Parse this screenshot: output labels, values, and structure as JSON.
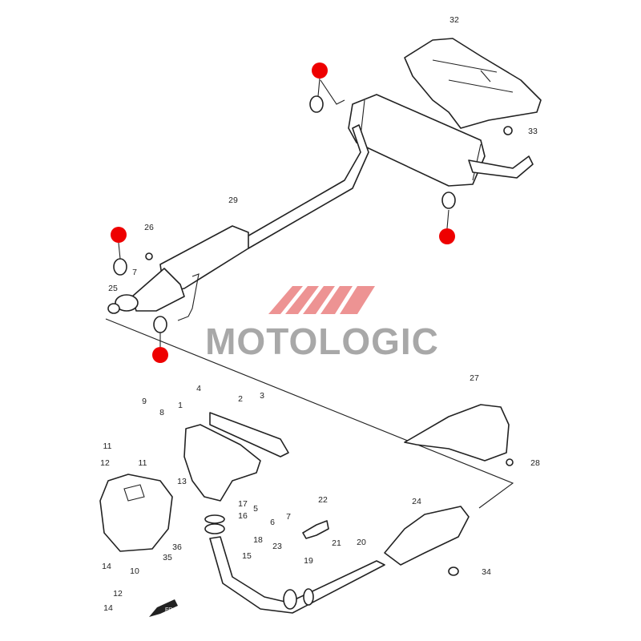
{
  "watermark": {
    "text": "MOTOLOGIC",
    "stripe_color": "#e87070",
    "text_color": "#a8a8a8"
  },
  "marker_color": "#ee0000",
  "callouts": {
    "c32": "32",
    "c33": "33",
    "c29": "29",
    "c26": "26",
    "c7a": "7",
    "c25": "25",
    "c27": "27",
    "c28": "28",
    "c24": "24",
    "c34": "34",
    "c9": "9",
    "c8": "8",
    "c1": "1",
    "c4": "4",
    "c2": "2",
    "c3": "3",
    "c11a": "11",
    "c12a": "12",
    "c11b": "11",
    "c13": "13",
    "c17": "17",
    "c16": "16",
    "c5": "5",
    "c6": "6",
    "c7b": "7",
    "c22": "22",
    "c18": "18",
    "c15": "15",
    "c35": "35",
    "c36": "36",
    "c14a": "14",
    "c10": "10",
    "c12b": "12",
    "c14b": "14",
    "c23": "23",
    "c19": "19",
    "c21": "21",
    "c20": "20"
  },
  "front_arrow": {
    "icon": "front-arrow-icon",
    "text": "FR"
  }
}
